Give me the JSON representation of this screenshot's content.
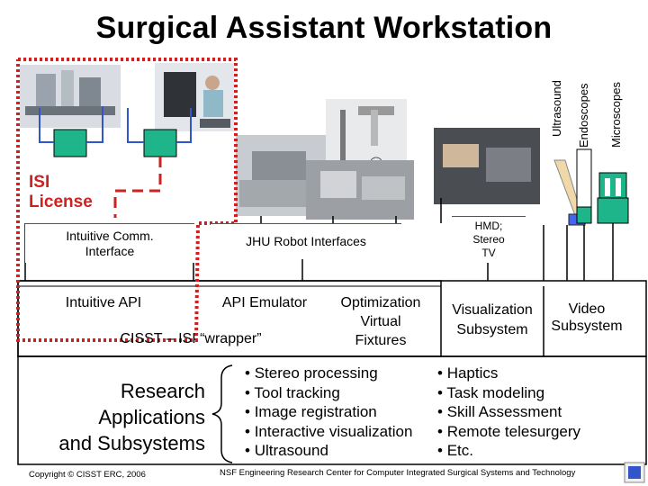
{
  "title": "Surgical Assistant Workstation",
  "devices": {
    "ultrasound": "Ultrasound",
    "endoscopes": "Endoscopes",
    "microscopes": "Microscopes"
  },
  "license": {
    "line1": "ISI",
    "line2": "License"
  },
  "interfaces": {
    "intuitive_comm_1": "Intuitive Comm.",
    "intuitive_comm_2": "Interface",
    "jhu_robot": "JHU Robot Interfaces",
    "hmd_1": "HMD;",
    "hmd_2": "Stereo",
    "hmd_3": "TV"
  },
  "middleware": {
    "intuitive_api": "Intuitive API",
    "api_emulator": "API Emulator",
    "cisst_wrapper": "CISST – ISI “wrapper”",
    "optimization_1": "Optimization",
    "optimization_2": "Virtual",
    "optimization_3": "Fixtures",
    "visualization_1": "Visualization",
    "visualization_2": "Subsystem",
    "video_1": "Video",
    "video_2": "Subsystem"
  },
  "research": {
    "line1": "Research",
    "line2": "Applications",
    "line3": "and Subsystems"
  },
  "bullets_left": [
    "Stereo processing",
    "Tool tracking",
    "Image registration",
    "Interactive visualization",
    "Ultrasound"
  ],
  "bullets_right": [
    "Haptics",
    "Task modeling",
    "Skill Assessment",
    "Remote telesurgery",
    "Etc."
  ],
  "footer": {
    "copyright": "Copyright © CISST ERC, 2006",
    "center": "NSF Engineering Research Center for Computer Integrated Surgical Systems and Technology"
  },
  "colors": {
    "accent_red": "#cc2222",
    "box_green": "#1fb58a",
    "line_blue": "#3355cc"
  }
}
